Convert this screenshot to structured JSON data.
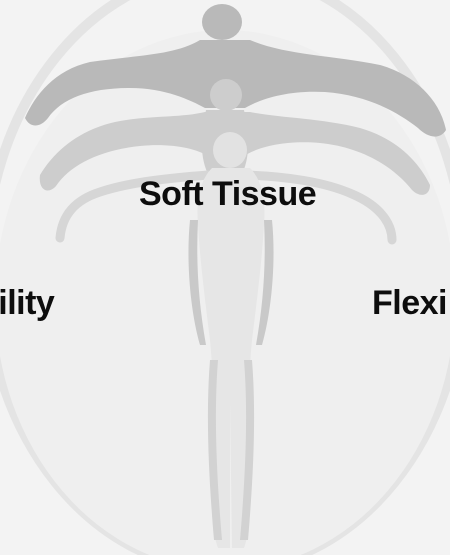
{
  "labels": {
    "center": "Soft Tissue",
    "left": "bility",
    "right": "Flexi"
  },
  "colors": {
    "background": "#f3f3f3",
    "figure_dark": "#b9b9b9",
    "figure_mid": "#cdcdcd",
    "figure_light": "#dcdcdc",
    "outline": "#e6e6e6",
    "text": "#0d0d0d"
  }
}
